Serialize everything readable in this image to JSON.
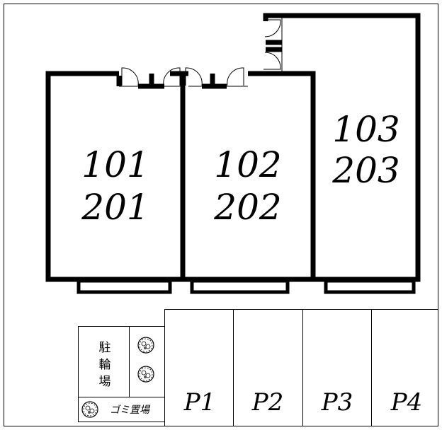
{
  "units": [
    {
      "upper": "101",
      "lower": "201"
    },
    {
      "upper": "102",
      "lower": "202"
    },
    {
      "upper": "103",
      "lower": "203"
    }
  ],
  "parking": [
    "P1",
    "P2",
    "P3",
    "P4"
  ],
  "bicycle_parking": {
    "chars": [
      "駐",
      "輪",
      "場"
    ]
  },
  "garbage_area": "ゴミ置場",
  "icons": [
    "shrub-icon",
    "door-swing-icon"
  ]
}
